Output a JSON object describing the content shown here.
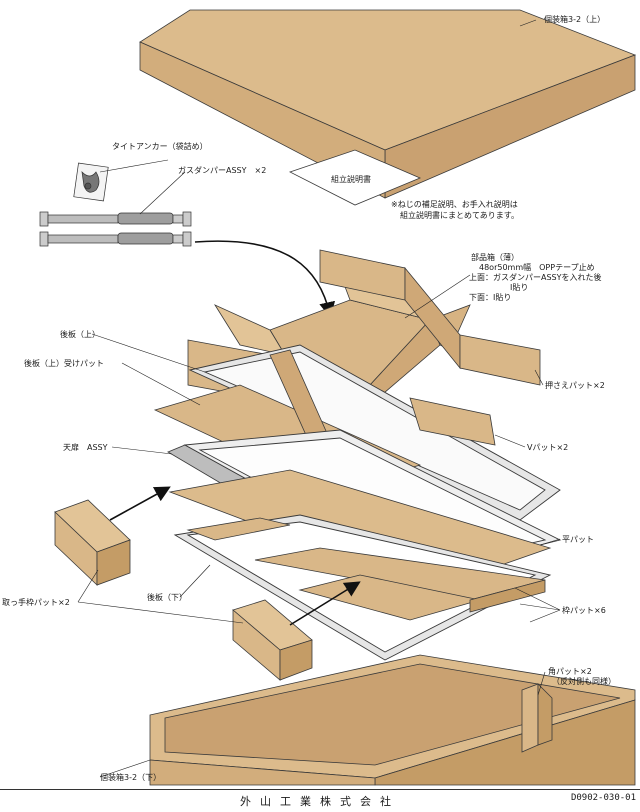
{
  "colors": {
    "cardboard": "#d9b788",
    "cardboard_dark": "#c49c66",
    "cardboard_light": "#e8cfa8",
    "metal": "#e2e2e2",
    "line": "#3a3a3a"
  },
  "labels": {
    "outer_box_top": "個装箱3-2（上）",
    "manual": "組立説明書",
    "note_line1": "※ねじの補足説明、お手入れ説明は",
    "note_line2": "組立説明書にまとめてあります。",
    "tight_anchor": "タイトアンカー（袋詰め）",
    "gas_damper": "ガスダンパーASSY　×2",
    "parts_box_title": "部品箱（薄）",
    "parts_box_line1": "48or50mm幅　OPPテープ止め",
    "parts_box_line2": "上面：ガスダンパーASSYを入れた後",
    "parts_box_line3": "I貼り",
    "parts_box_line4": "下面：I貼り",
    "back_panel_top": "後板（上）",
    "back_panel_top_pad": "後板（上）受けパット",
    "holding_pad": "押さえパット×2",
    "door_assy": "天扉　ASSY",
    "v_pad": "Vパット×2",
    "flat_pad": "平パット",
    "back_panel_bottom": "後板（下）",
    "handle_frame_pad": "取っ手枠パット×2",
    "frame_pad": "枠パット×6",
    "corner_pad": "角パット×2",
    "corner_pad_note": "（反対側も同様）",
    "outer_box_bottom": "個装箱3-2（下）"
  },
  "footer": {
    "company": "外山工業株式会社",
    "drawing_no": "D0902-030-01"
  }
}
